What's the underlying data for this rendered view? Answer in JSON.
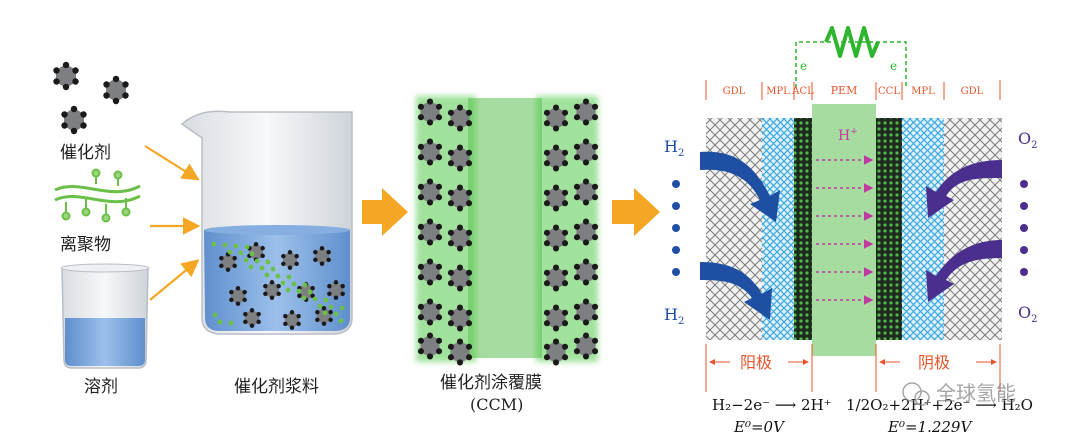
{
  "materials": {
    "catalyst": "催化剂",
    "ionomer": "离聚物",
    "solvent": "溶剂",
    "slurry": "催化剂浆料",
    "ccm_cn": "催化剂涂覆膜",
    "ccm_en": "(CCM)"
  },
  "cell": {
    "layers": [
      "GDL",
      "MPL",
      "ACL",
      "PEM",
      "CCL",
      "MPL",
      "GDL"
    ],
    "electron_left": "e",
    "electron_right": "e",
    "proton": "H",
    "hydrogen": "H",
    "oxygen": "O",
    "anode": "阳极",
    "cathode": "阴极"
  },
  "equations": {
    "anode_reaction": "H₂−2e⁻ ⟶ 2H⁺",
    "anode_potential": "E⁰=0V",
    "cathode_reaction": "1/2O₂+2H⁺+2e⁻ ⟶ H₂O",
    "cathode_potential": "E⁰=1.229V"
  },
  "watermark": "全球氢能",
  "colors": {
    "arrow_orange": "#f5a623",
    "gdl_red": "#e8542b",
    "h2_blue": "#1f4fa3",
    "o2_purple": "#4b2f8f",
    "membrane_green": "#a7dca0",
    "catalyst_gray": "#7d7f82",
    "resistor_green": "#2db52d",
    "ionomer_green": "#6cc04a",
    "liquid_blue": "#6f9fd8"
  }
}
